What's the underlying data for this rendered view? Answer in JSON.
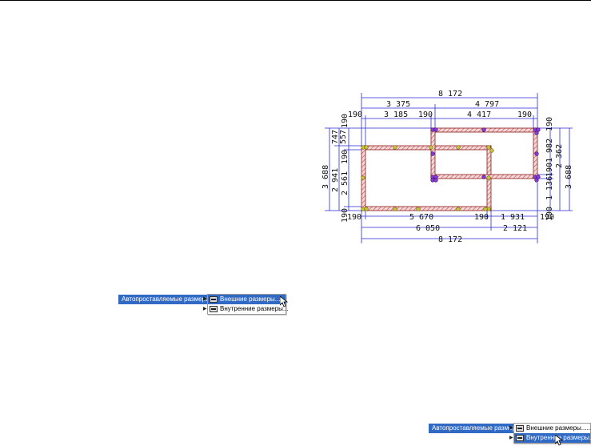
{
  "plan": {
    "dims_top": [
      "8 172",
      "3 375",
      "4 797",
      "190",
      "3 185",
      "190",
      "4 417",
      "190"
    ],
    "dims_bottom": [
      "190",
      "5 670",
      "190",
      "1 931",
      "190",
      "6 050",
      "2 121",
      "8 172"
    ],
    "dims_left": [
      "3 688",
      "2 941",
      "747",
      "557",
      "2 561",
      "190",
      "190",
      "190"
    ],
    "dims_right": [
      "3 688",
      "2 362",
      "1 982",
      "190",
      "1 136",
      "190",
      "190"
    ]
  },
  "menu1": {
    "parent_label": "Автопроставляемые размеры",
    "items": [
      {
        "label": "Внешние размеры......",
        "highlighted": true
      },
      {
        "label": "Внутренние размеры...",
        "highlighted": false
      }
    ]
  },
  "menu2": {
    "parent_label": "Автопроставляемые размеры",
    "items": [
      {
        "label": "Внешние размеры......",
        "highlighted": false
      },
      {
        "label": "Внутренние размеры...",
        "highlighted": true
      }
    ]
  },
  "colors": {
    "highlight": "#316ac5",
    "dimension_line": "#2a2ad6",
    "wall_outline": "#8a1a1a",
    "node_yellow": "#c8c23a",
    "node_purple": "#8a3ad6"
  }
}
